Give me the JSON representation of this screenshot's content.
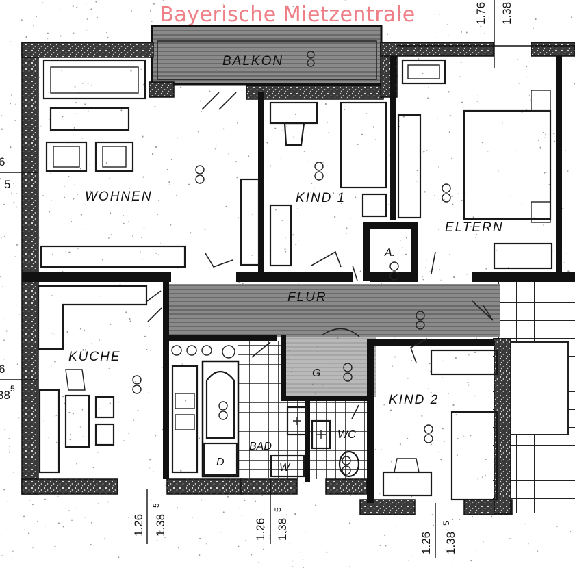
{
  "watermark": "Bayerische Mietzentrale",
  "rooms": {
    "balkon": "BALKON",
    "wohnen": "WOHNEN",
    "kind1": "KIND 1",
    "eltern": "ELTERN",
    "abstell": "A.",
    "flur": "FLUR",
    "kueche": "KÜCHE",
    "garderobe": "G",
    "kind2": "KIND 2",
    "bad": "BAD",
    "wc": "WC",
    "dusche": "D",
    "waschmaschine": "W"
  },
  "dimensions": {
    "left_upper_a": "6",
    "left_upper_b": "5",
    "left_lower_a": "6",
    "left_lower_b": "38",
    "left_lower_sup": "5",
    "top_right_a": "1.76",
    "top_right_b": "1.38",
    "bottom_1_a": "1.26",
    "bottom_1_b": "1.38",
    "bottom_1_sup": "5",
    "bottom_2_a": "1.26",
    "bottom_2_b": "1.38",
    "bottom_2_sup": "5",
    "bottom_3_a": "1.26",
    "bottom_3_b": "1.38",
    "bottom_3_sup": "5"
  }
}
